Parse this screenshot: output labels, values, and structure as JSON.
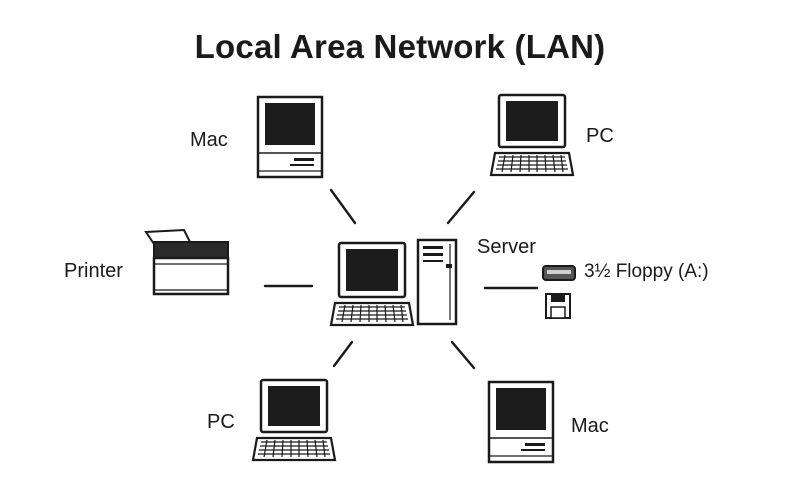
{
  "title": "Local Area Network (LAN)",
  "nodes": {
    "mac_top": {
      "label": "Mac"
    },
    "pc_top": {
      "label": "PC"
    },
    "printer": {
      "label": "Printer"
    },
    "server": {
      "label": "Server"
    },
    "floppy": {
      "label": "3½ Floppy (A:)",
      "icon": "floppy-drive-icon"
    },
    "pc_bottom": {
      "label": "PC"
    },
    "mac_bottom": {
      "label": "Mac"
    }
  },
  "edges": [
    {
      "from": "server",
      "to": "mac_top"
    },
    {
      "from": "server",
      "to": "pc_top"
    },
    {
      "from": "server",
      "to": "printer"
    },
    {
      "from": "server",
      "to": "floppy"
    },
    {
      "from": "server",
      "to": "pc_bottom"
    },
    {
      "from": "server",
      "to": "mac_bottom"
    }
  ],
  "colors": {
    "ink": "#1a1a1a",
    "screen": "#1c1c1c",
    "paper": "#ffffff"
  }
}
